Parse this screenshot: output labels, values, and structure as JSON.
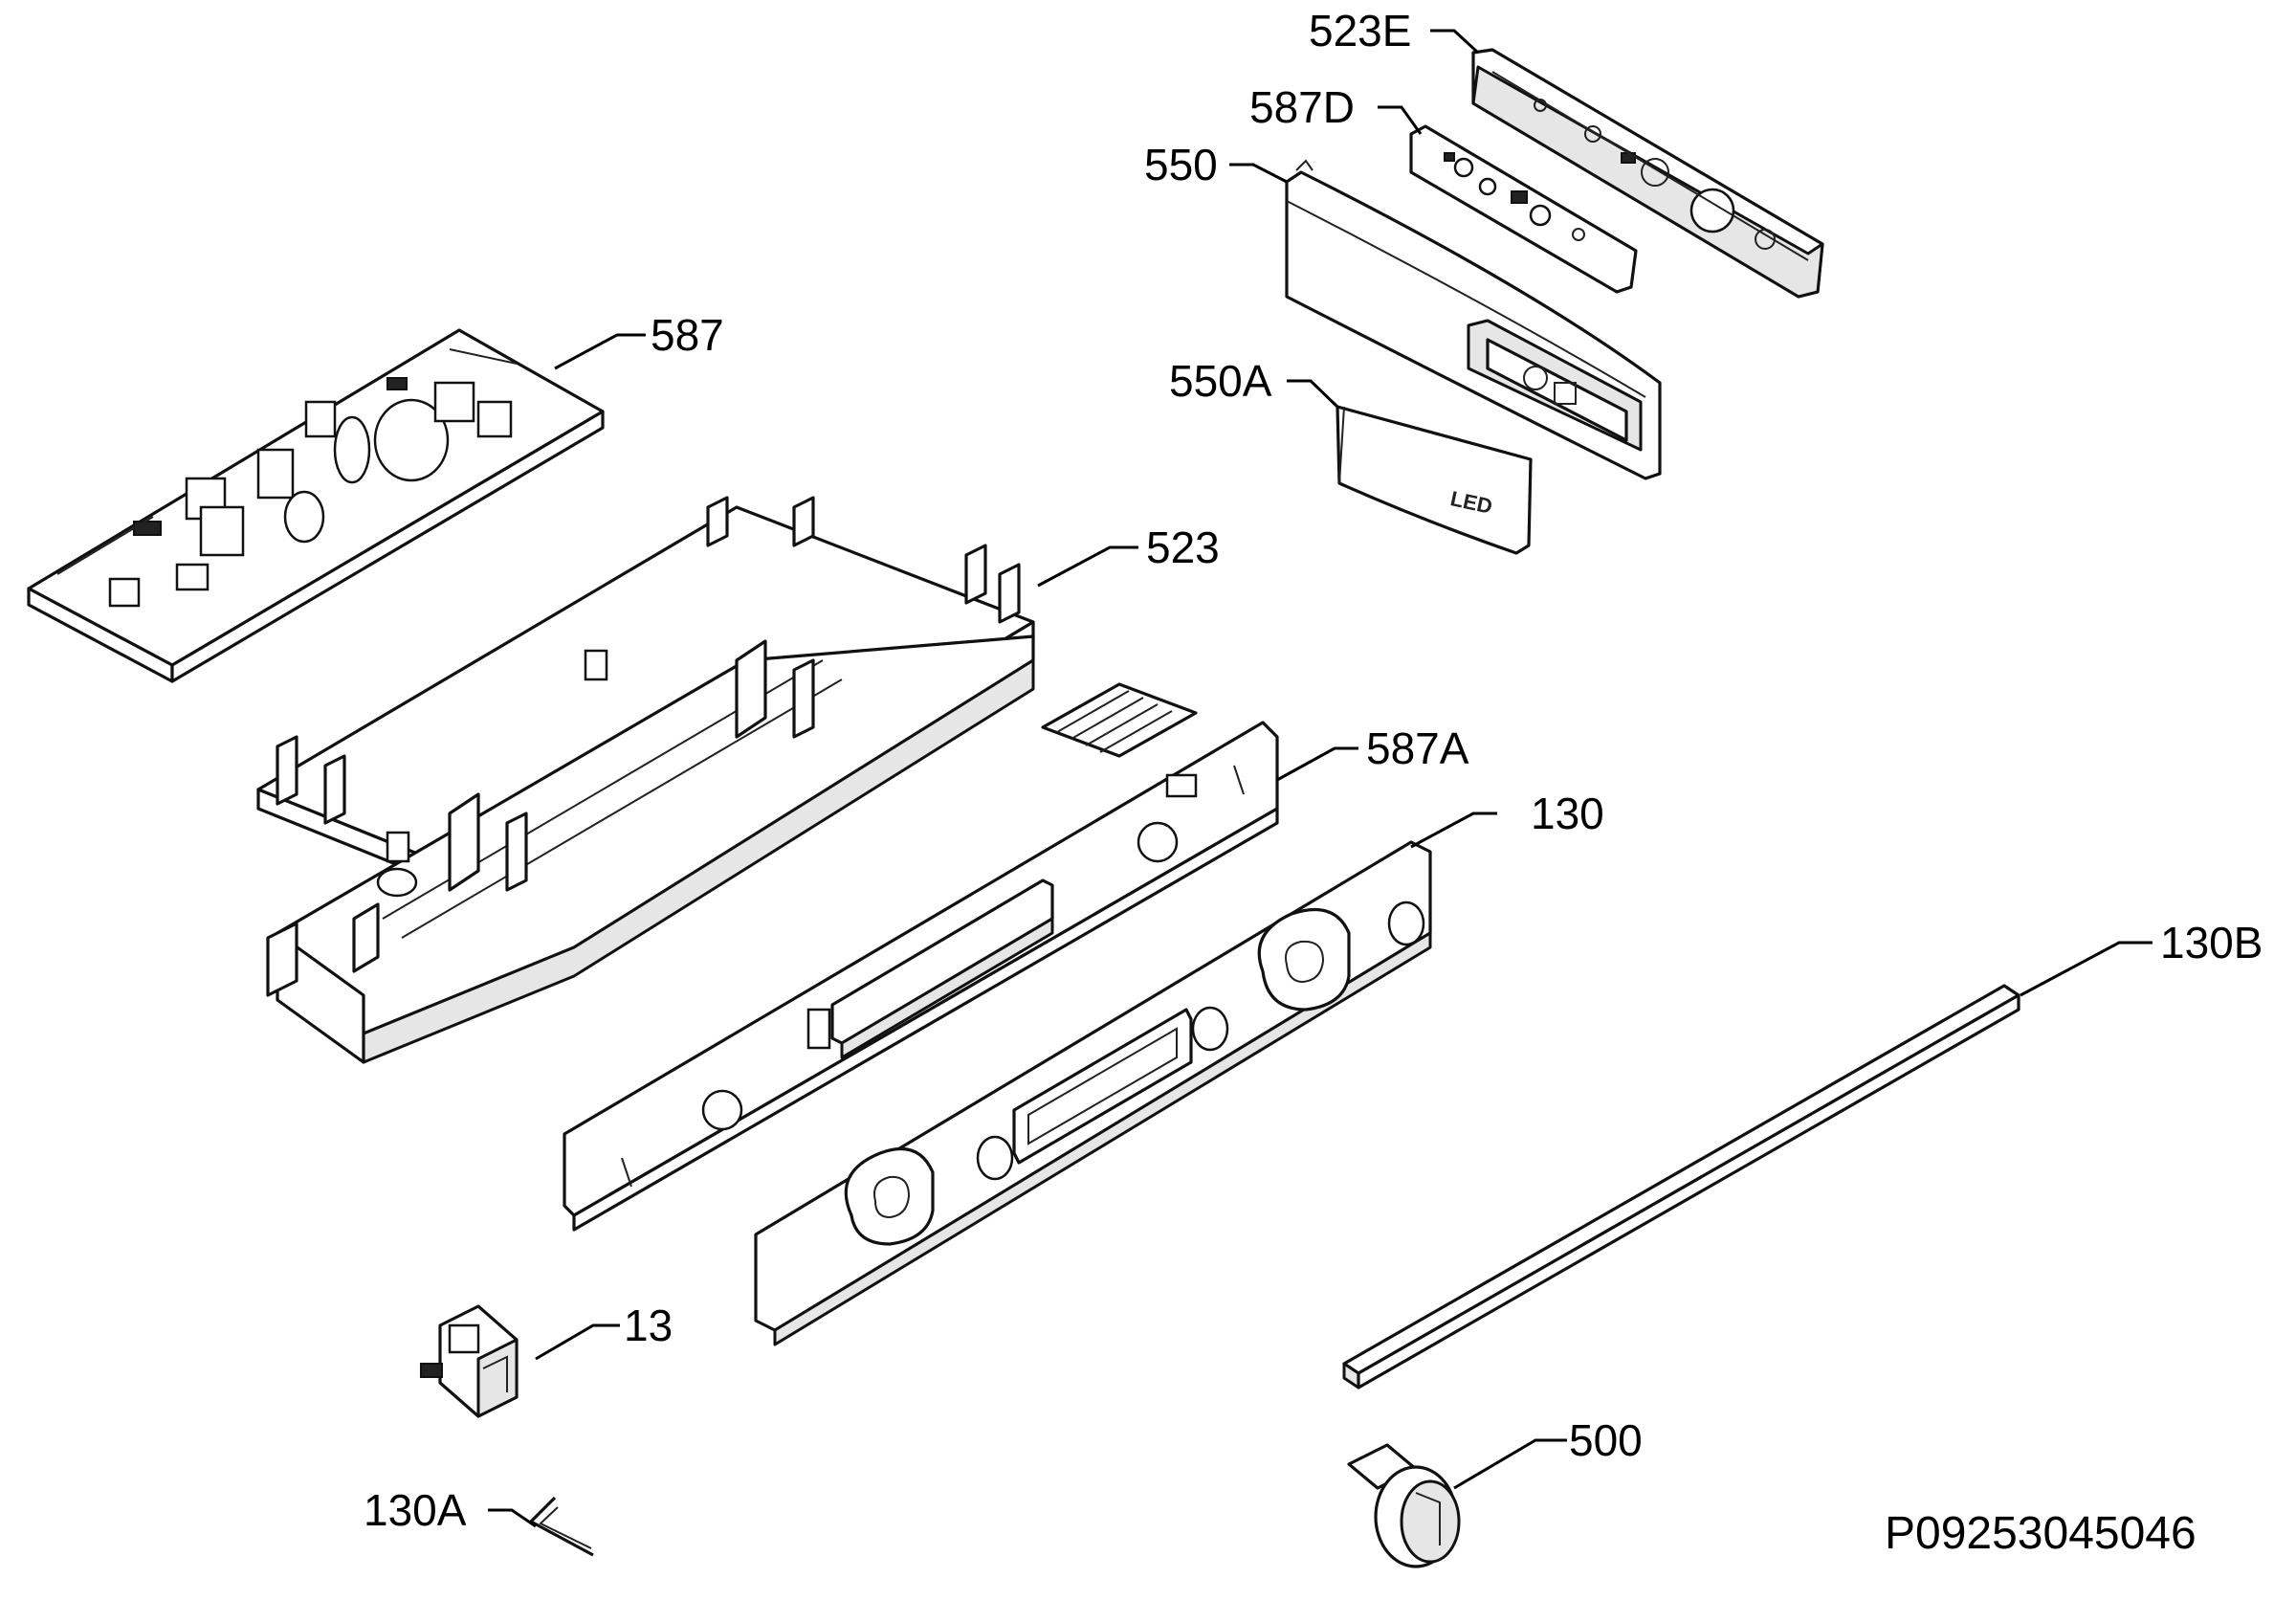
{
  "labels": {
    "l523E": "523E",
    "l587D": "587D",
    "l550": "550",
    "l587": "587",
    "l550A": "550A",
    "l523": "523",
    "l587A": "587A",
    "l130": "130",
    "l130B": "130B",
    "l13": "13",
    "l500": "500",
    "l130A": "130A"
  },
  "panel_text": "LED",
  "drawing_code": "P09253045046"
}
